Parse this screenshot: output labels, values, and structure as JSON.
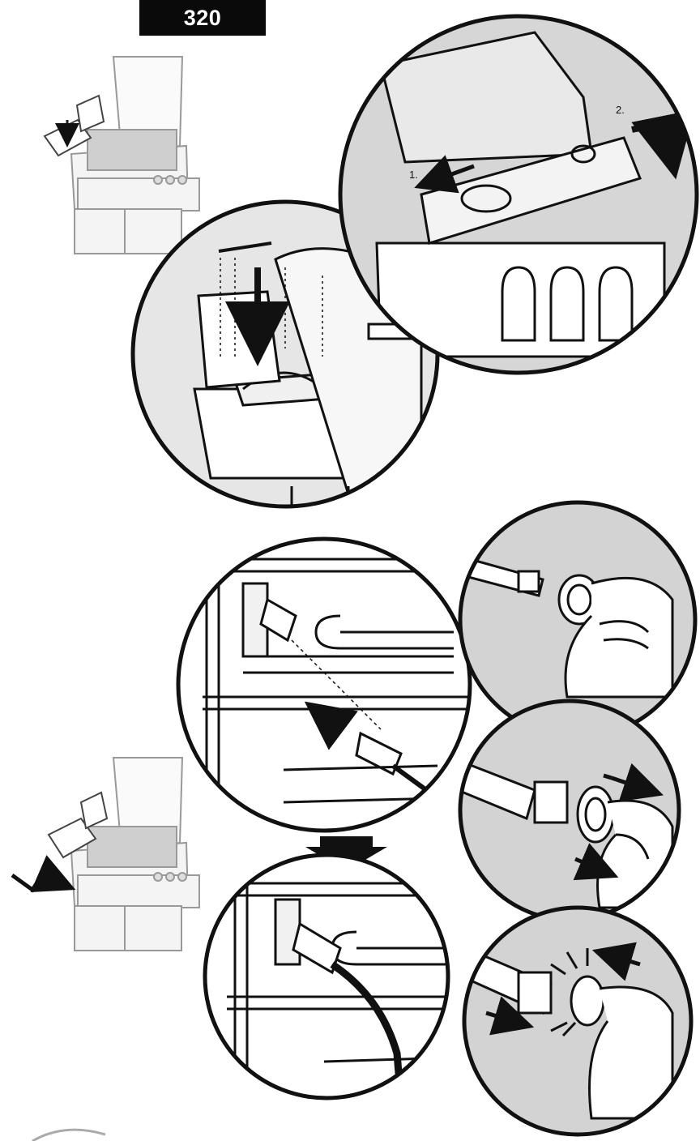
{
  "header": {
    "model_number": "320"
  },
  "panel_top_right": {
    "step_1_label": "1.",
    "step_2_label": "2."
  },
  "colors": {
    "ink": "#111111",
    "shade": "#d9d9d9",
    "light_shade": "#ececec",
    "badge": "#0a0a0a"
  }
}
